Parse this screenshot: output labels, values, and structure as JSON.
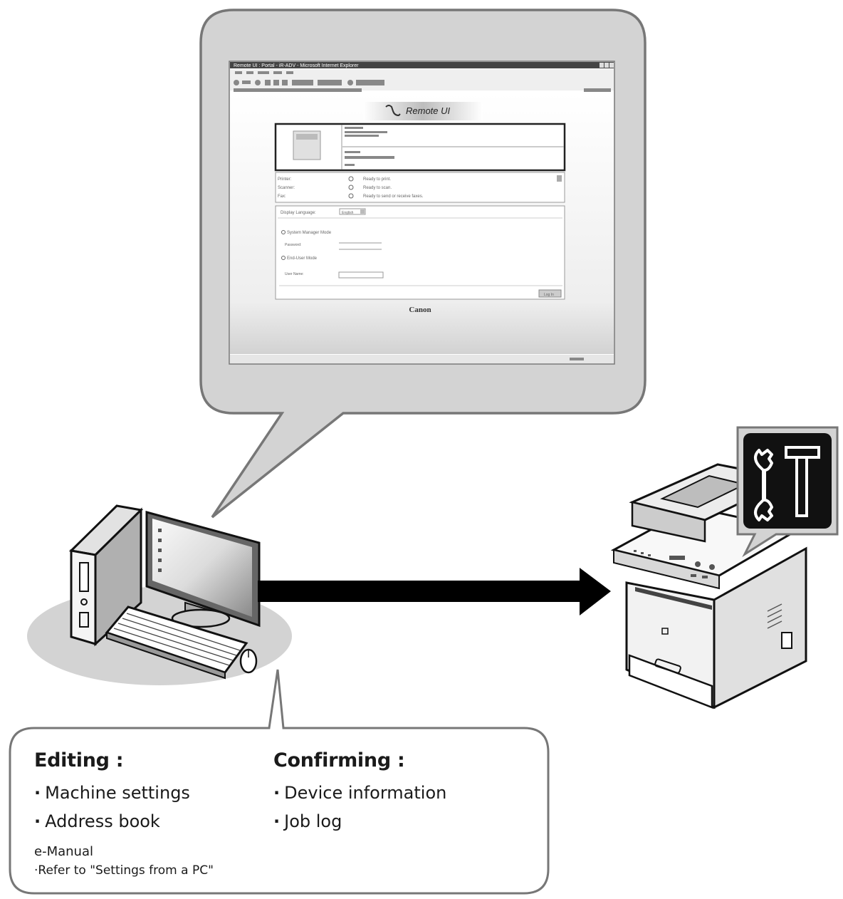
{
  "browser": {
    "title_bar": "Remote UI : Portal - iR-ADV - Microsoft Internet Explorer",
    "app_name": "Remote UI",
    "brand": "Canon",
    "status_labels": [
      "Printer:",
      "Scanner:",
      "Fax:"
    ],
    "status_values": [
      "Ready to print.",
      "Ready to scan.",
      "Ready to send or receive faxes."
    ],
    "language_label": "Display Language:",
    "language_value": "English",
    "mode1": "System Manager Mode",
    "mode2": "End-User Mode",
    "field_password": "Password:",
    "field_user": "User Name:",
    "login_button": "Log In"
  },
  "info": {
    "editing_heading": "Editing :",
    "editing_items": [
      "Machine settings",
      "Address book"
    ],
    "confirming_heading": "Confirming :",
    "confirming_items": [
      "Device information",
      "Job log"
    ],
    "ref_title": "e-Manual",
    "ref_note": "Refer to \"Settings from a PC\""
  },
  "colors": {
    "bubble_fill": "#d3d3d3",
    "bubble_stroke": "#777777",
    "arrow": "#000000",
    "icon_bg": "#111111"
  },
  "icons": [
    "wrench-icon",
    "hammer-icon"
  ]
}
